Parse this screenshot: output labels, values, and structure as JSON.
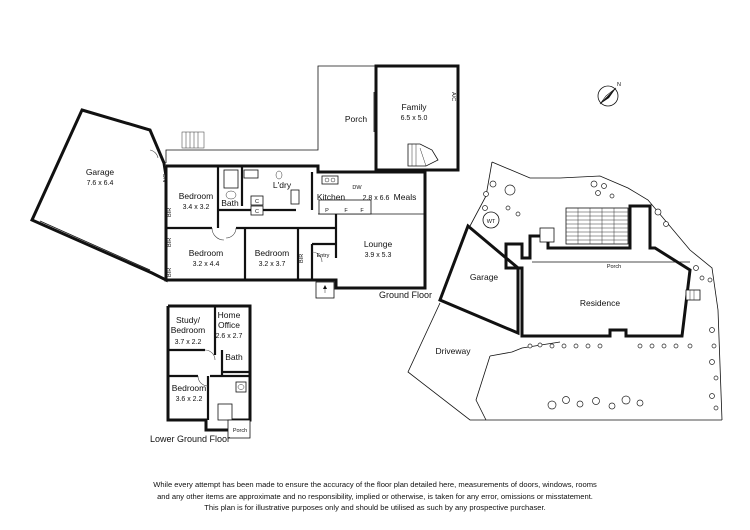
{
  "upper": {
    "rooms": {
      "garage": {
        "name": "Garage",
        "dims": "7.6 x 6.4"
      },
      "porch": {
        "name": "Porch"
      },
      "family": {
        "name": "Family",
        "dims": "6.5 x 5.0"
      },
      "bedroom1": {
        "name": "Bedroom",
        "dims": "3.4 x 3.2"
      },
      "bath": {
        "name": "Bath"
      },
      "laundry": {
        "name": "L'dry"
      },
      "kitchen": {
        "name": "Kitchen",
        "dims": "2.8 x 6.6"
      },
      "meals": {
        "name": "Meals"
      },
      "bedroom2": {
        "name": "Bedroom",
        "dims": "3.2 x 4.4"
      },
      "bedroom3": {
        "name": "Bedroom",
        "dims": "3.2 x 3.7"
      },
      "lounge": {
        "name": "Lounge",
        "dims": "3.9 x 5.3"
      },
      "entry": {
        "name": "Entry"
      }
    },
    "fixtures": {
      "ac": "A/C",
      "bir": "BIR",
      "dw": "DW",
      "p": "P",
      "f": "F",
      "c": "C"
    },
    "floor_label": "Ground Floor"
  },
  "lower": {
    "rooms": {
      "study": {
        "line1": "Study/",
        "line2": "Bedroom",
        "dims": "3.7 x 2.2"
      },
      "office": {
        "line1": "Home",
        "line2": "Office",
        "dims": "2.6 x 2.7"
      },
      "bath": {
        "name": "Bath"
      },
      "bedroom": {
        "name": "Bedroom",
        "dims": "3.6 x 2.2"
      },
      "porch": {
        "name": "Porch"
      }
    },
    "floor_label": "Lower Ground Floor"
  },
  "site": {
    "wt": "WT",
    "porch": "Porch",
    "garage": "Garage",
    "residence": "Residence",
    "driveway": "Driveway",
    "north": "N"
  },
  "disclaimer": {
    "line1": "While every attempt has been made to ensure the accuracy of the floor plan detailed here, measurements of doors, windows, rooms",
    "line2": "and any other items are approximate and no responsibility, implied or otherwise, is taken for any error, omissions or misstatement.",
    "line3": "This plan is for illustrative purposes only and should be utilised as such by any prospective purchaser."
  }
}
